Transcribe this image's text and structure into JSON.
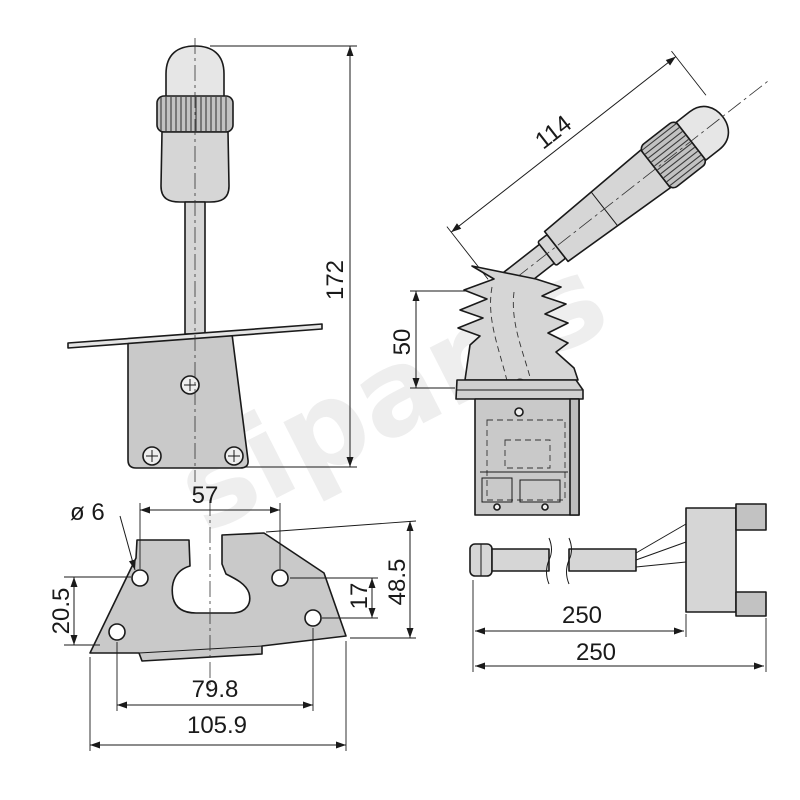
{
  "front_view": {
    "overall_height_dim": "172"
  },
  "side_view": {
    "lever_length_dim": "114",
    "boot_height_dim": "50"
  },
  "mounting_plate": {
    "hole_diameter_dim": "ø 6",
    "top_hole_spacing_dim": "57",
    "left_hole_offset_dim": "20.5",
    "right_hole_offset_dim": "17",
    "plate_height_dim": "48.5",
    "bottom_hole_spacing_dim": "79.8",
    "plate_width_dim": "105.9"
  },
  "cable": {
    "cable_length_dim": "250",
    "overall_length_dim": "250"
  },
  "watermark": "siparts"
}
